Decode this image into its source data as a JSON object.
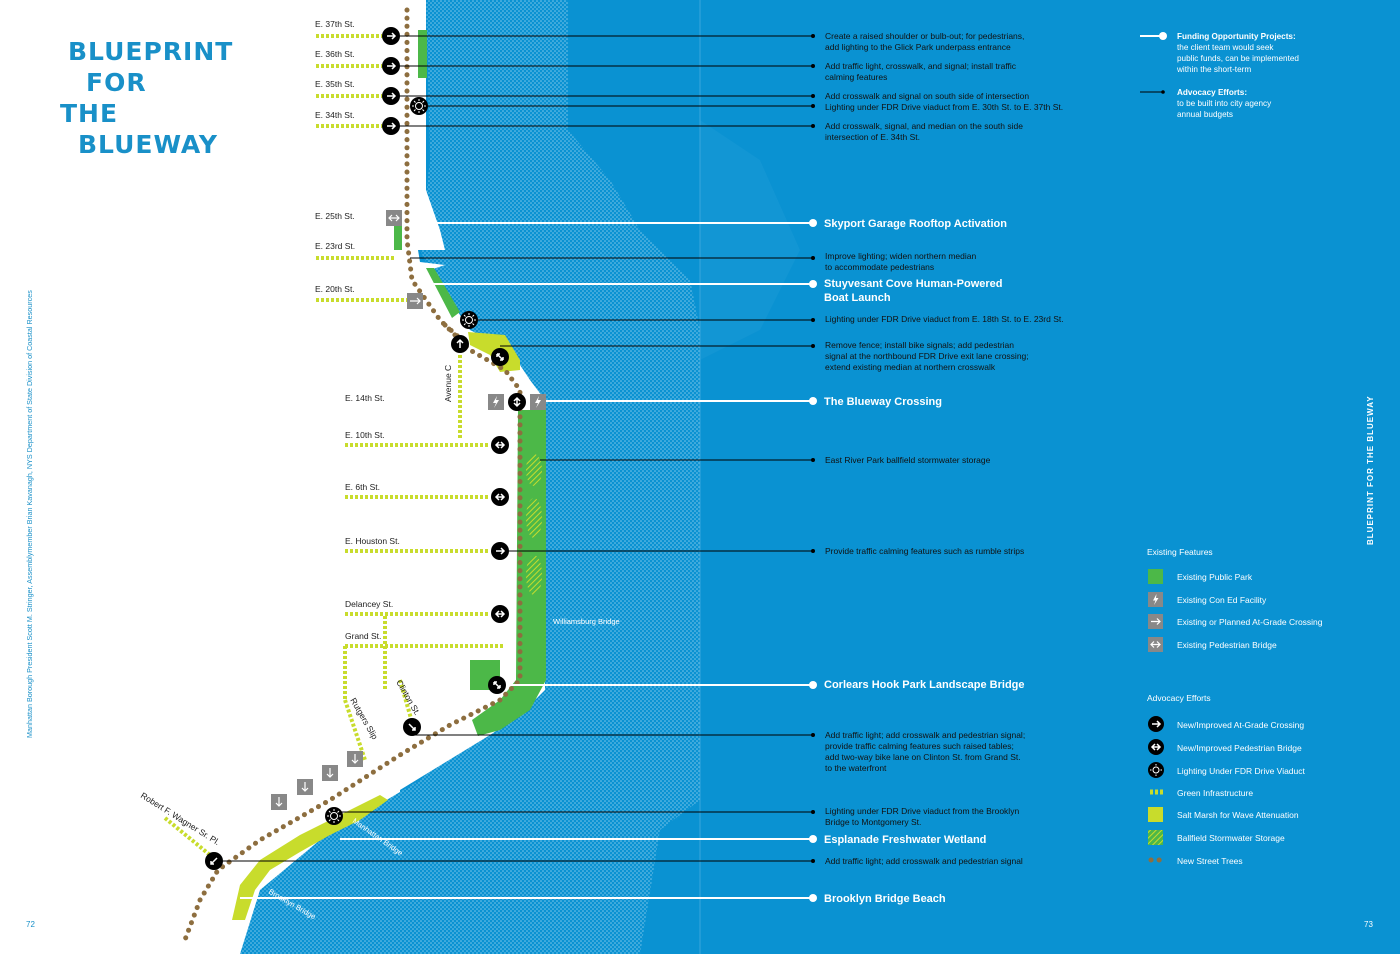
{
  "title": {
    "line1": "BLUEPRINT",
    "line2": "FOR",
    "line3": "THE",
    "line4": "BLUEWAY"
  },
  "credit": "Manhattan Borough President Scott M. Stringer, Assemblymember Brian Kavanagh, NYS Department of State Division of Coastal Resources",
  "side_title": "BLUEPRINT FOR THE BLUEWAY",
  "page_left": "72",
  "page_right": "73",
  "colors": {
    "water": "#0a92d2",
    "green_park": "#4cb848",
    "salt_marsh": "#c8dc2c",
    "trees": "#8d6e3f",
    "gray_icon": "#888888"
  },
  "streets": {
    "e37": "E. 37th St.",
    "e36": "E. 36th St.",
    "e35": "E. 35th St.",
    "e34": "E. 34th St.",
    "e25": "E. 25th St.",
    "e23": "E. 23rd St.",
    "e20": "E. 20th St.",
    "e14": "E. 14th St.",
    "e10": "E. 10th St.",
    "e6": "E. 6th St.",
    "houston": "E. Houston St.",
    "delancey": "Delancey St.",
    "grand": "Grand St.",
    "avenue_c": "Avenue C",
    "clinton": "Clinton St.",
    "rutgers": "Rutgers Slip",
    "wagner": "Robert F. Wagner Sr. Pl.",
    "williamsburg": "Williamsburg Bridge",
    "manhattan_bridge": "Manhattan Bridge",
    "brooklyn_bridge": "Brooklyn Bridge"
  },
  "notes": {
    "n1a": "Create a raised shoulder or bulb-out; for pedestrians,",
    "n1b": "add lighting to the Glick Park underpass entrance",
    "n2a": "Add traffic light, crosswalk, and signal; install traffic",
    "n2b": "calming features",
    "n3": "Add crosswalk and signal on south side of intersection",
    "n4": "Lighting under FDR Drive viaduct from E. 30th St. to E. 37th St.",
    "n5a": "Add crosswalk, signal, and median on the south side",
    "n5b": "intersection of E. 34th St.",
    "n6a": "Improve lighting; widen northern median",
    "n6b": "to accommodate pedestrians",
    "n7": "Lighting under FDR Drive viaduct from E. 18th St. to E. 23rd St.",
    "n8a": "Remove fence; install bike signals; add pedestrian",
    "n8b": "signal at the northbound FDR Drive exit lane crossing;",
    "n8c": "extend existing median at northern crosswalk",
    "n9": "East River Park ballfield stormwater storage",
    "n10": "Provide traffic calming features such as rumble strips",
    "n11a": "Add traffic light; add crosswalk and pedestrian signal;",
    "n11b": "provide traffic calming features such raised tables;",
    "n11c": "add two-way bike lane on Clinton St. from Grand St.",
    "n11d": "to the waterfront",
    "n12a": "Lighting under FDR Drive viaduct from the Brooklyn",
    "n12b": "Bridge to Montgomery St.",
    "n13": "Add traffic light; add crosswalk and pedestrian signal"
  },
  "projects": {
    "skyport": "Skyport Garage Rooftop Activation",
    "stuyvesant_a": "Stuyvesant Cove Human-Powered",
    "stuyvesant_b": "Boat Launch",
    "blueway_crossing": "The Blueway Crossing",
    "corlears": "Corlears Hook Park Landscape Bridge",
    "esplanade": "Esplanade Freshwater Wetland",
    "brooklyn_beach": "Brooklyn Bridge Beach"
  },
  "top_legend": {
    "funding_title": "Funding Opportunity Projects:",
    "funding_l1": "the client team would seek",
    "funding_l2": "public funds, can be implemented",
    "funding_l3": "within the short-term",
    "advocacy_title": "Advocacy Efforts:",
    "advocacy_l1": "to be built into city agency",
    "advocacy_l2": "annual budgets"
  },
  "legend": {
    "existing_title": "Existing Features",
    "existing": [
      "Existing Public Park",
      "Existing Con Ed Facility",
      "Existing or Planned At-Grade Crossing",
      "Existing Pedestrian Bridge"
    ],
    "advocacy_title": "Advocacy Efforts",
    "advocacy": [
      "New/Improved At-Grade Crossing",
      "New/Improved Pedestrian Bridge",
      "Lighting Under FDR Drive Viaduct",
      "Green Infrastructure",
      "Salt Marsh for Wave Attenuation",
      "Ballfield Stormwater Storage",
      "New Street Trees"
    ]
  }
}
